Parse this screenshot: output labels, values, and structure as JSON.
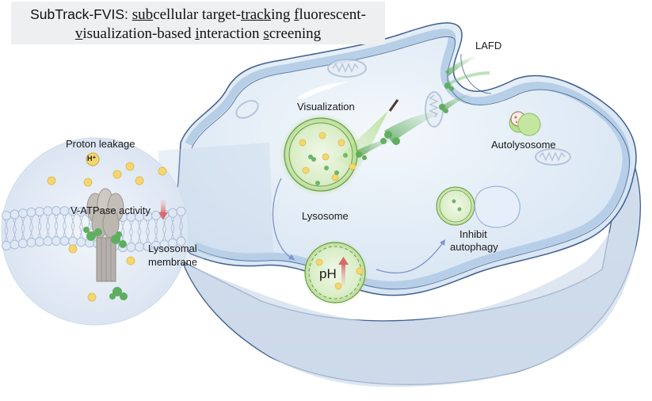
{
  "title": {
    "line1": [
      {
        "text": "SubTrack-FVIS: ",
        "style": "sans",
        "underline": false
      },
      {
        "text": "sub",
        "style": "serif",
        "underline": true
      },
      {
        "text": "cellular target-",
        "style": "serif",
        "underline": false
      },
      {
        "text": "track",
        "style": "serif",
        "underline": true
      },
      {
        "text": "ing ",
        "style": "serif",
        "underline": false
      },
      {
        "text": "f",
        "style": "serif",
        "underline": true
      },
      {
        "text": "luorescent-",
        "style": "serif",
        "underline": false
      }
    ],
    "line2": [
      {
        "text": "v",
        "style": "serif",
        "underline": true
      },
      {
        "text": "isualization-based ",
        "style": "serif",
        "underline": false
      },
      {
        "text": "i",
        "style": "serif",
        "underline": true
      },
      {
        "text": "nteraction ",
        "style": "serif",
        "underline": false
      },
      {
        "text": "s",
        "style": "serif",
        "underline": true
      },
      {
        "text": "creening",
        "style": "serif",
        "underline": false
      }
    ]
  },
  "labels": {
    "proton_leakage": "Proton leakage",
    "h_plus": "H⁺",
    "v_atpase": "V-ATPase activity",
    "lysosomal_membrane_1": "Lysosomal",
    "lysosomal_membrane_2": "membrane",
    "visualization": "Visualization",
    "lysosome": "Lysosome",
    "ph": "pH",
    "inhibit_1": "Inhibit",
    "inhibit_2": "autophagy",
    "lafd": "LAFD",
    "autolysosome": "Autolysosome"
  },
  "colors": {
    "cell_fill": "#dce8f4",
    "cell_border": "#3f5f91",
    "membrane_band": "#b4cce6",
    "lysosome_green": "#c9e5b0",
    "lysosome_ring": "#8cbf63",
    "proton_yellow": "#f5d76e",
    "arrow_red": "#d9787a",
    "flow_arrow": "#7f93cc",
    "title_bg": "#eeeff1"
  }
}
